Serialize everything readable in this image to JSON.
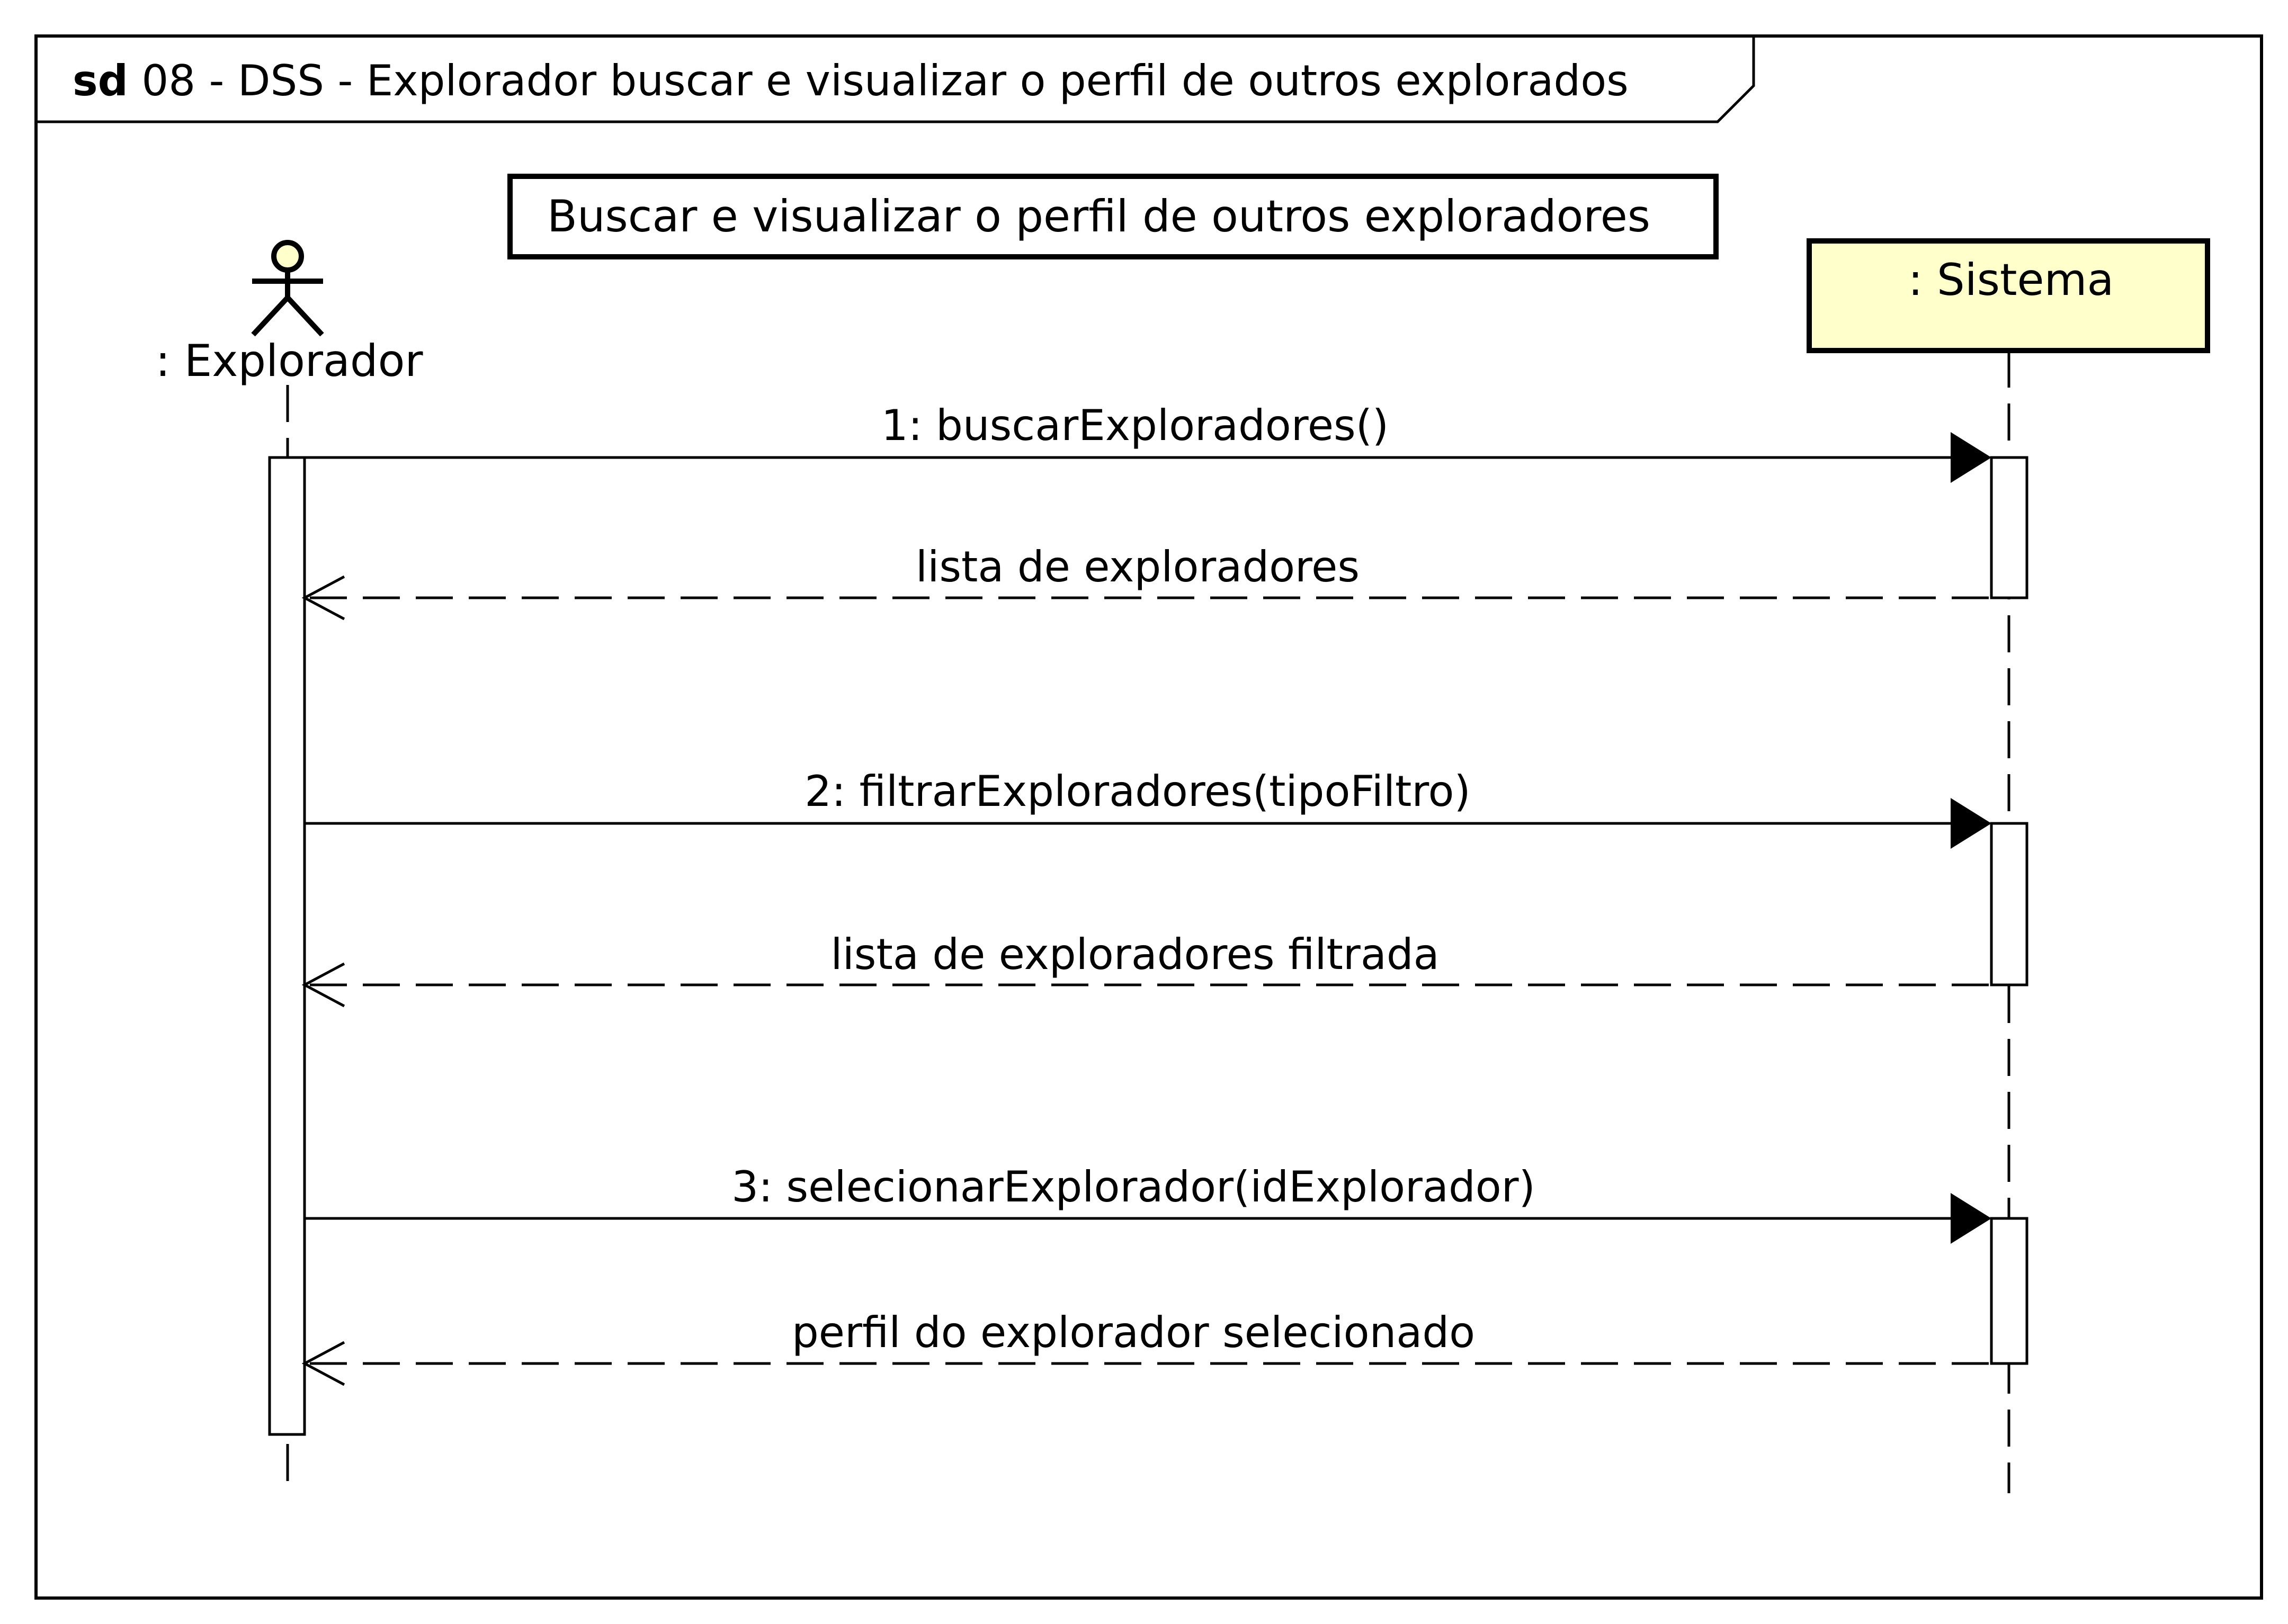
{
  "colors": {
    "lifeline_box_fill": "#ffffcc",
    "actor_head_fill": "#ffffcc",
    "stroke": "#000000",
    "background": "#ffffff"
  },
  "frame": {
    "keyword": "sd",
    "title": " 08 - DSS - Explorador buscar e visualizar o perfil de outros explorados"
  },
  "note": {
    "text": "Buscar e visualizar o perfil de outros exploradores"
  },
  "lifelines": {
    "actor": {
      "label": ": Explorador",
      "icon": "stick-figure-actor-icon"
    },
    "system": {
      "label": ": Sistema"
    }
  },
  "messages": [
    {
      "kind": "call",
      "label": "1: buscarExploradores()"
    },
    {
      "kind": "return",
      "label": "lista de exploradores"
    },
    {
      "kind": "call",
      "label": "2: filtrarExploradores(tipoFiltro)"
    },
    {
      "kind": "return",
      "label": "lista de exploradores filtrada"
    },
    {
      "kind": "call",
      "label": "3: selecionarExplorador(idExplorador)"
    },
    {
      "kind": "return",
      "label": "perfil do explorador selecionado"
    }
  ]
}
